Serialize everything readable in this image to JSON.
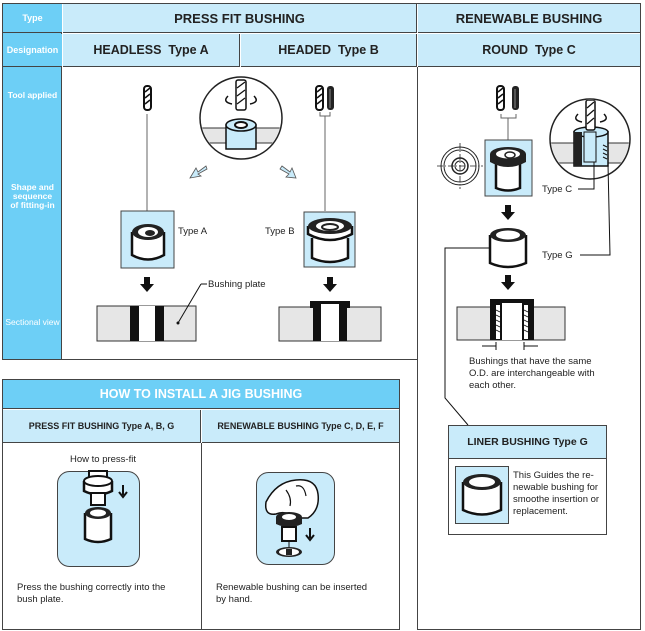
{
  "top_table": {
    "row_headers": {
      "type": "Type",
      "designation": "Designation",
      "tool_applied": "Tool applied",
      "shape_sequence": [
        "Shape and",
        "sequence",
        "of fitting-in"
      ],
      "sectional_view": "Sectional view"
    },
    "type_press_fit": "PRESS FIT BUSHING",
    "type_renewable": "RENEWABLE BUSHING",
    "designation_headless": "HEADLESS  Type A",
    "designation_headed": "HEADED  Type B",
    "designation_round": "ROUND  Type C",
    "label_type_a": "Type A",
    "label_type_b": "Type B",
    "label_bushing_plate": "Bushing plate",
    "label_type_c": "Type C",
    "label_type_g": "Type G",
    "interchangeable_note": [
      "Bushings that have the same",
      "O.D. are interchangeable with",
      "each other."
    ]
  },
  "liner_box": {
    "title": "LINER BUSHING Type G",
    "description": [
      "This Guides the re-",
      "newable bushing for",
      "smoothe insertion or",
      "replacement."
    ]
  },
  "install_box": {
    "title": "HOW TO INSTALL A JIG BUSHING",
    "col_press_fit": "PRESS FIT BUSHING Type A, B, G",
    "col_renewable": "RENEWABLE BUSHING Type C, D, E, F",
    "press_fit_caption": "How to press-fit",
    "press_fit_text": [
      "Press the bushing correctly into the",
      "bush plate."
    ],
    "renewable_text": [
      "Renewable bushing can be inserted",
      "by hand."
    ]
  },
  "colors": {
    "header_dark": "#6dcff6",
    "header_light": "#c9ebfa",
    "plate_gray": "#e6e6e6",
    "border": "#444444"
  }
}
